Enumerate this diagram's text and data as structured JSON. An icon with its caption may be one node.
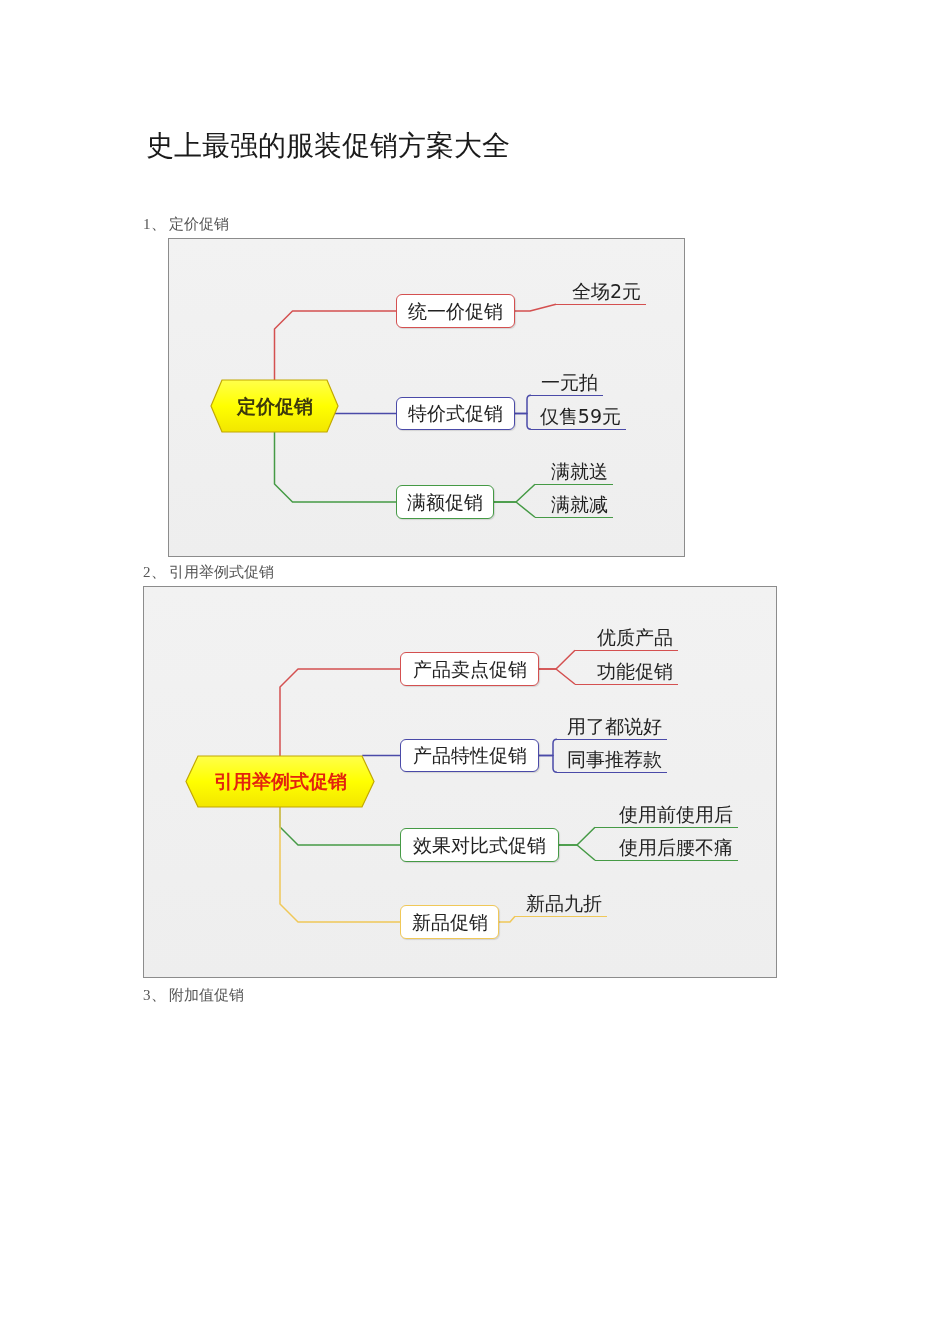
{
  "diagram": {
    "title": "史上最强的服装促销方案大全",
    "nodes": [
      {
        "text": [
          "定价促销"
        ]
      },
      {
        "text": [
          "统一价促销"
        ]
      },
      {
        "text": [
          "全场2元"
        ]
      },
      {
        "text": [
          "特价式促销"
        ]
      },
      {
        "text": [
          "一元拍"
        ]
      },
      {
        "text": [
          "仅售59元"
        ]
      },
      {
        "text": [
          "满额促销"
        ]
      },
      {
        "text": [
          "满就送"
        ]
      },
      {
        "text": [
          "满就减"
        ]
      },
      {
        "text": [
          "引用举例式促销"
        ]
      },
      {
        "text": [
          "产品卖点促销"
        ]
      },
      {
        "text": [
          "优质产品"
        ]
      },
      {
        "text": [
          "功能促销"
        ]
      },
      {
        "text": [
          "产品特性促销"
        ]
      },
      {
        "text": [
          "用了都说好"
        ]
      },
      {
        "text": [
          "同事推荐款"
        ]
      },
      {
        "text": [
          "效果对比式促销"
        ]
      },
      {
        "text": [
          "使用前使用后"
        ]
      },
      {
        "text": [
          "使用后腰不痛"
        ]
      },
      {
        "text": [
          "新品促销"
        ]
      },
      {
        "text": [
          "新品九折"
        ]
      }
    ],
    "edges": [
      {
        "from": 0,
        "to": 1,
        "arrow": "none",
        "color": "#d45050"
      },
      {
        "from": 0,
        "to": 3,
        "arrow": "none",
        "color": "#4a4aa8"
      },
      {
        "from": 0,
        "to": 6,
        "arrow": "none",
        "color": "#459a45"
      },
      {
        "from": 1,
        "to": 2,
        "arrow": "none",
        "color": "#d45050"
      },
      {
        "from": 3,
        "to": 4,
        "arrow": "none",
        "color": "#4a4aa8"
      },
      {
        "from": 3,
        "to": 5,
        "arrow": "none",
        "color": "#4a4aa8"
      },
      {
        "from": 6,
        "to": 7,
        "arrow": "none",
        "color": "#459a45"
      },
      {
        "from": 6,
        "to": 8,
        "arrow": "none",
        "color": "#459a45"
      },
      {
        "from": 9,
        "to": 10,
        "arrow": "none",
        "color": "#d45050"
      },
      {
        "from": 9,
        "to": 13,
        "arrow": "none",
        "color": "#4a4aa8"
      },
      {
        "from": 9,
        "to": 16,
        "arrow": "none",
        "color": "#459a45"
      },
      {
        "from": 9,
        "to": 19,
        "arrow": "none",
        "color": "#f0c858"
      },
      {
        "from": 10,
        "to": 11,
        "arrow": "none",
        "color": "#d45050"
      },
      {
        "from": 10,
        "to": 12,
        "arrow": "none",
        "color": "#d45050"
      },
      {
        "from": 13,
        "to": 14,
        "arrow": "none",
        "color": "#4a4aa8"
      },
      {
        "from": 13,
        "to": 15,
        "arrow": "none",
        "color": "#4a4aa8"
      },
      {
        "from": 16,
        "to": 17,
        "arrow": "none",
        "color": "#459a45"
      },
      {
        "from": 16,
        "to": 18,
        "arrow": "none",
        "color": "#459a45"
      },
      {
        "from": 19,
        "to": 20,
        "arrow": "none",
        "color": "#f0c858"
      }
    ],
    "labels": [
      "1、 定价促销",
      "2、 引用举例式促销",
      "3、 附加值促销"
    ]
  }
}
